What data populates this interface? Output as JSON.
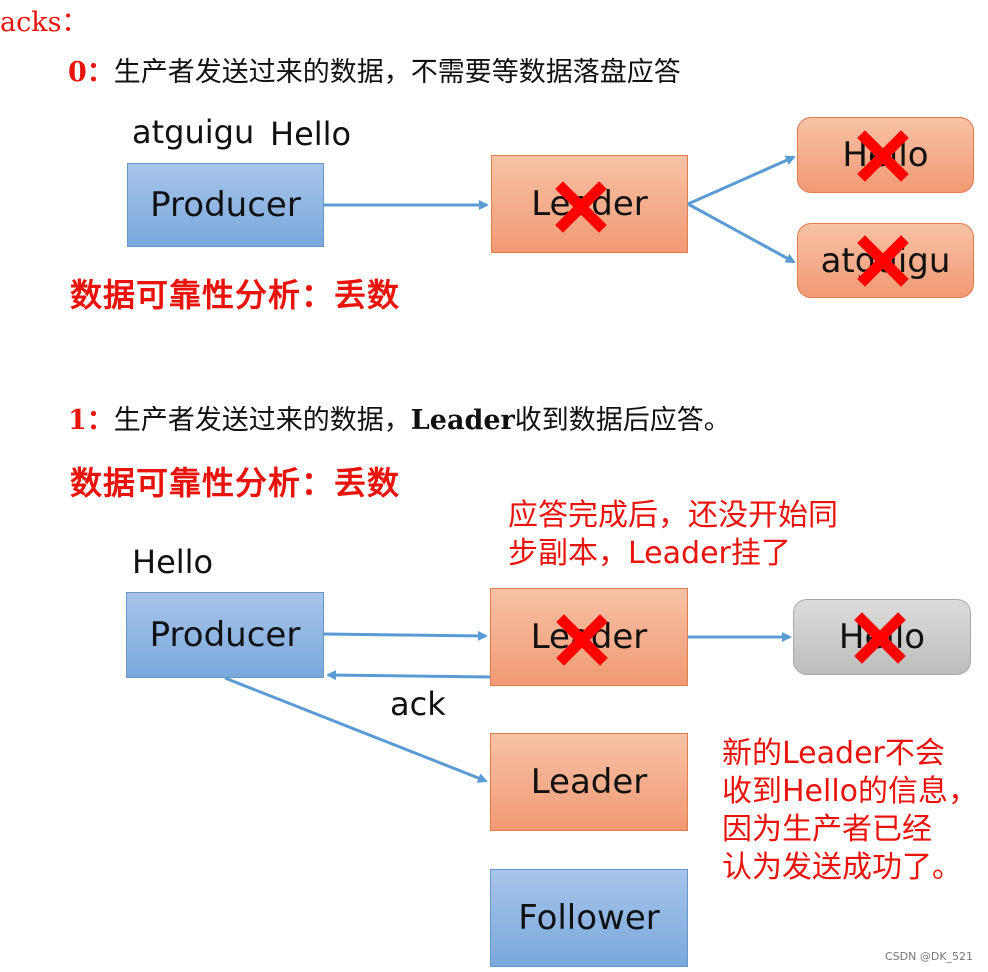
{
  "title": "acks：",
  "section0": {
    "level": "0：",
    "desc": "生产者发送过来的数据，不需要等数据落盘应答",
    "labels": {
      "message1": "atguigu",
      "message2": "Hello"
    },
    "producer": "Producer",
    "leader": "Leader",
    "replica_top": "Hello",
    "replica_bottom": "atguigu",
    "analysis": "数据可靠性分析：丢数"
  },
  "section1": {
    "level": "1：",
    "desc_before": "生产者发送过来的数据，",
    "desc_bold": "Leader",
    "desc_after": "收到数据后应答。",
    "analysis": "数据可靠性分析：丢数",
    "message": "Hello",
    "producer": "Producer",
    "leader_failed": "Leader",
    "replica": "Hello",
    "ack": "ack",
    "new_leader": "Leader",
    "follower": "Follower",
    "note_top_line1": "应答完成后，还没开始同",
    "note_top_line2": "步副本，Leader挂了",
    "note_right_line1": "新的Leader不会",
    "note_right_line2": "收到Hello的信息，",
    "note_right_line3": "因为生产者已经",
    "note_right_line4": "认为发送成功了。"
  },
  "watermark": "CSDN @DK_521",
  "colors": {
    "accent_red": "#e8140c",
    "cross_red": "#ff0000",
    "arrow_blue": "#5b9bd5",
    "box_blue": "#8fb6e3",
    "box_orange": "#f4ab86",
    "box_gray": "#c9c9c9"
  }
}
